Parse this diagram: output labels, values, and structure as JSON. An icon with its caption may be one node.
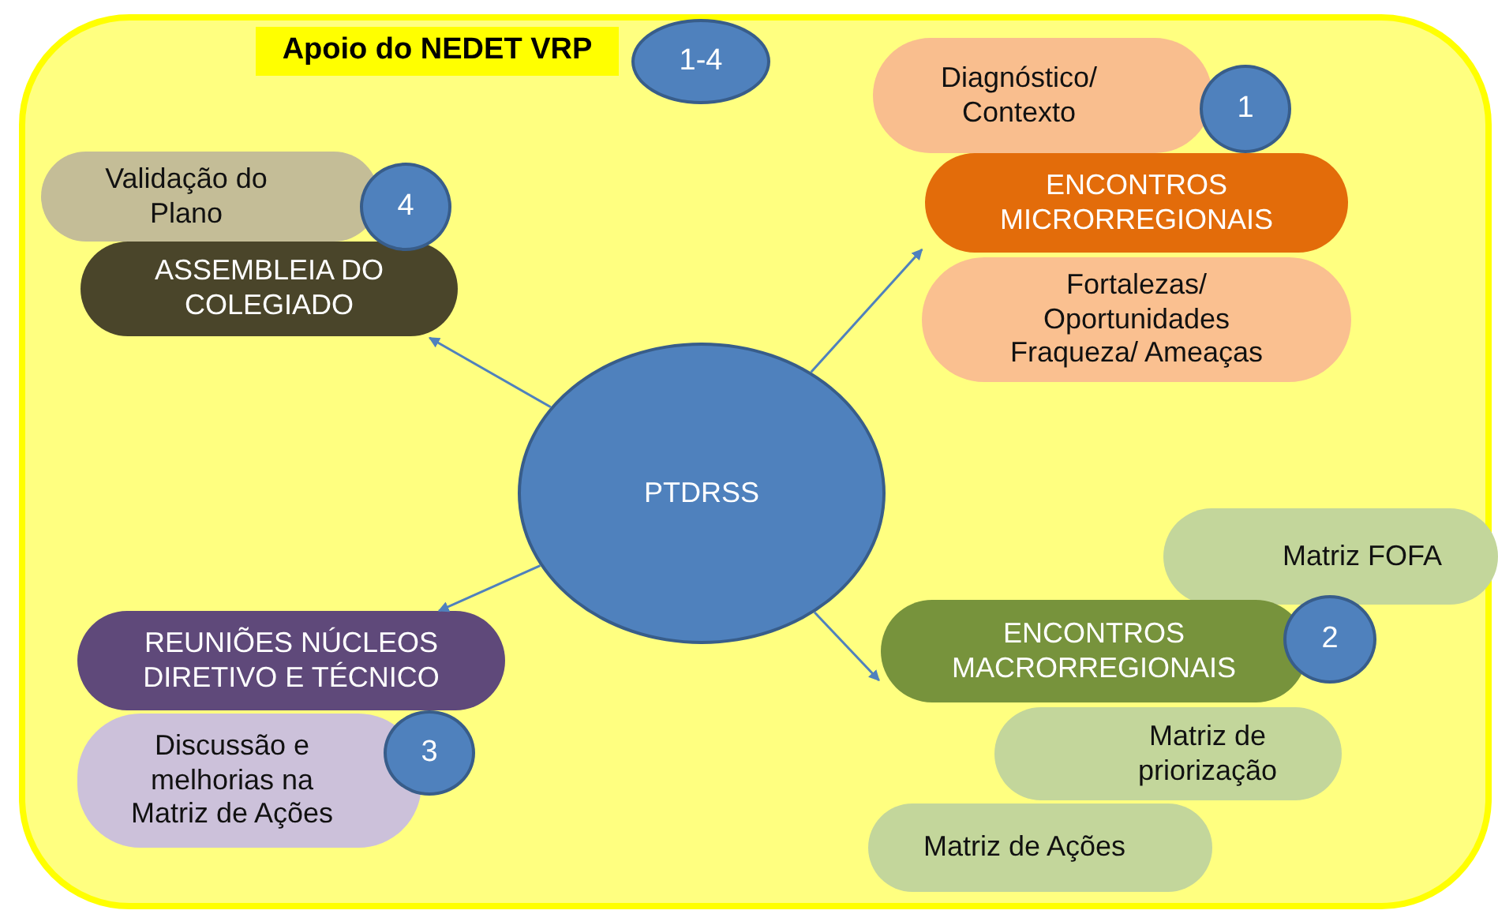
{
  "diagram": {
    "nodes": [
      {
        "text": [],
        "shape": "box"
      },
      {
        "text": [
          "Apoio do NEDET VRP"
        ],
        "in": 0
      },
      {
        "text": [
          "1-4"
        ],
        "in": 0
      },
      {
        "text": [
          "Diagnóstico/ Contexto"
        ],
        "in": 0
      },
      {
        "text": [
          "1"
        ],
        "in": 0
      },
      {
        "text": [
          "ENCONTROS MICRORREGIONAIS"
        ],
        "in": 0
      },
      {
        "text": [
          "Fortalezas/ Oportunidades Fraqueza/ Ameaças"
        ],
        "in": 0
      },
      {
        "text": [
          "Validação do Plano"
        ],
        "in": 0
      },
      {
        "text": [
          "4"
        ],
        "in": 0
      },
      {
        "text": [
          "ASSEMBLEIA DO COLEGIADO"
        ],
        "in": 0
      },
      {
        "text": [
          "PTDRSS"
        ],
        "in": 0
      },
      {
        "text": [
          "Matriz FOFA"
        ],
        "in": 0
      },
      {
        "text": [
          "ENCONTROS MACRORREGIONAIS"
        ],
        "in": 0
      },
      {
        "text": [
          "2"
        ],
        "in": 0
      },
      {
        "text": [
          "Matriz de priorização"
        ],
        "in": 0
      },
      {
        "text": [
          "REUNIÕES NÚCLEOS DIRETIVO E TÉCNICO"
        ],
        "in": 0
      },
      {
        "text": [
          "Discussão e melhorias na Matriz de Ações"
        ],
        "in": 0
      },
      {
        "text": [
          "3"
        ],
        "in": 0
      },
      {
        "text": [
          "Matriz de Ações"
        ],
        "in": 0
      }
    ],
    "edges": [
      {
        "from": 10,
        "to": 5,
        "arrow": "to"
      },
      {
        "from": 10,
        "to": 9,
        "arrow": "to"
      },
      {
        "from": 10,
        "to": 15,
        "arrow": "to"
      },
      {
        "from": 10,
        "to": 12,
        "arrow": "to"
      }
    ]
  }
}
